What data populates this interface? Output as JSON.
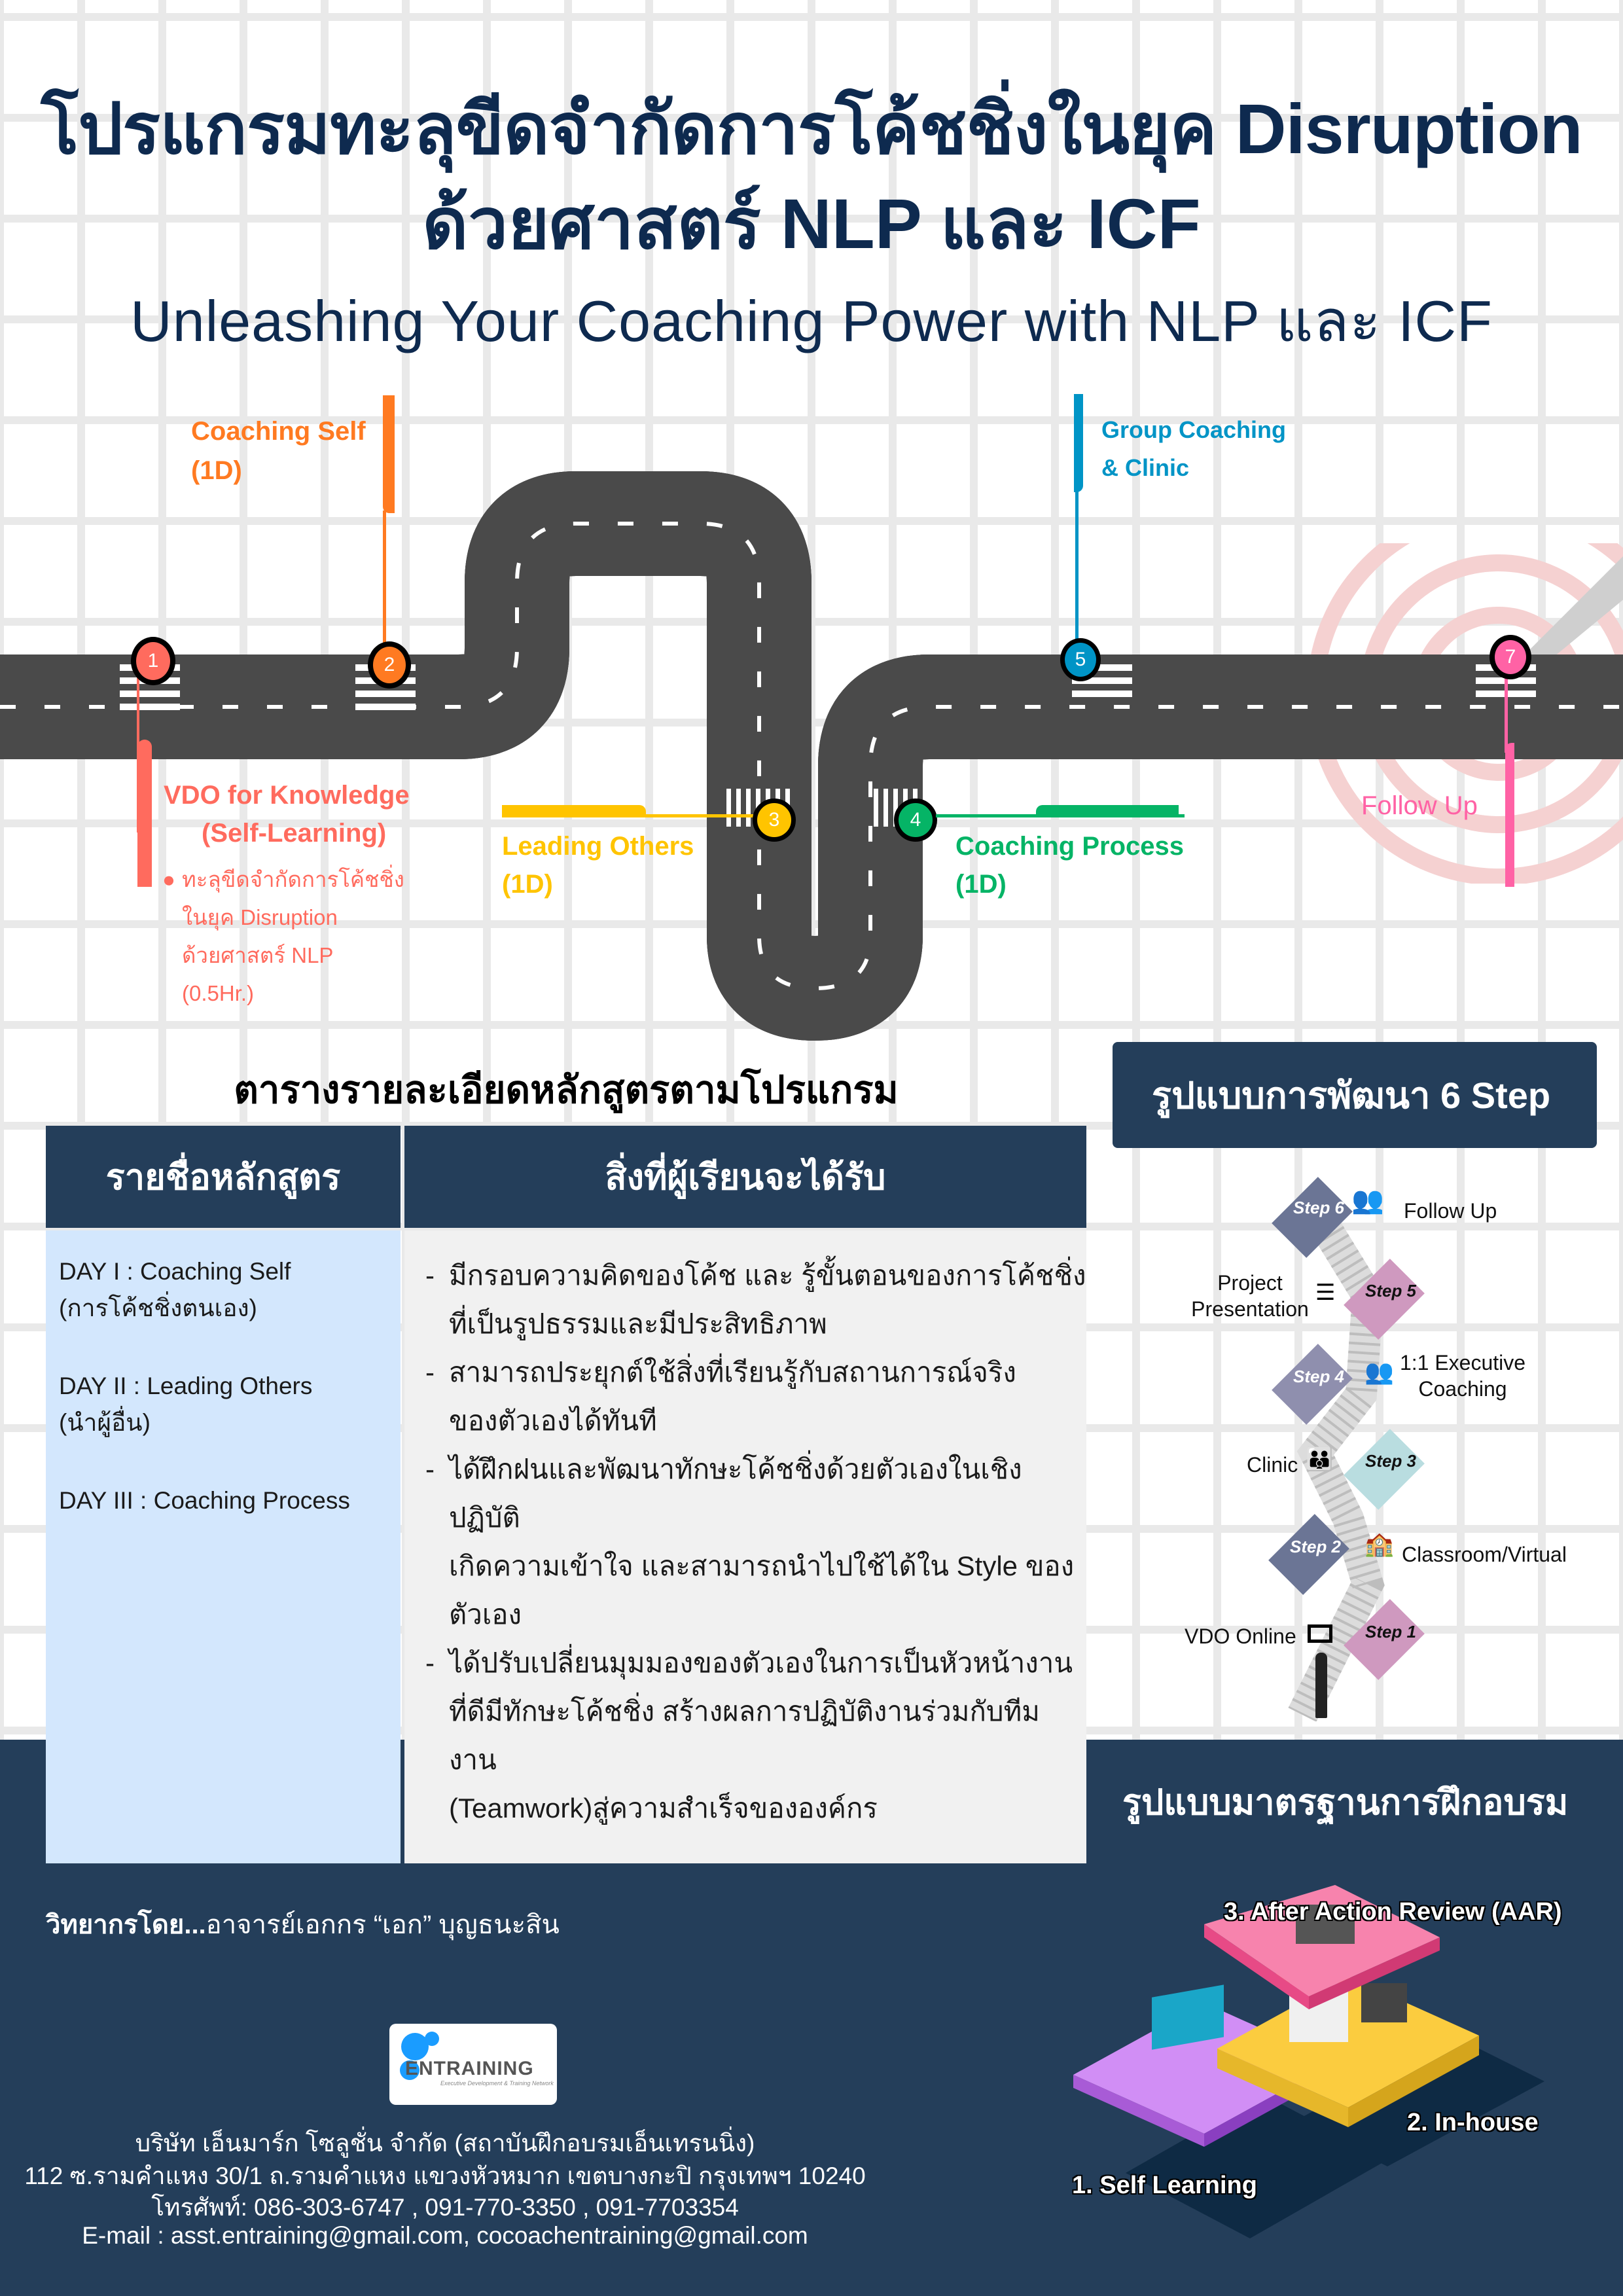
{
  "header": {
    "title_line1": "โปรแกรมทะลุขีดจำกัดการโค้ชชิ่งในยุค Disruption",
    "title_line2": "ด้วยศาสตร์ NLP และ ICF",
    "subtitle": "Unleashing Your Coaching Power with NLP และ ICF"
  },
  "roadmap": {
    "milestones": [
      {
        "number": "1",
        "title": "VDO for Knowledge",
        "subtitle": "(Self-Learning)",
        "color": "#ff6b5e",
        "bullet_lines": [
          "ทะลุขีดจำกัดการโค้ชชิ่ง",
          "ในยุค Disruption",
          "ด้วยศาสตร์ NLP",
          "(0.5Hr.)"
        ]
      },
      {
        "number": "2",
        "title": "Coaching Self",
        "subtitle": "(1D)",
        "color": "#ff7a21"
      },
      {
        "number": "3",
        "title": "Leading Others",
        "subtitle": "(1D)",
        "color": "#ffc400"
      },
      {
        "number": "4",
        "title": "Coaching Process",
        "subtitle": "(1D)",
        "color": "#05b466"
      },
      {
        "number": "5",
        "title": "Group Coaching",
        "subtitle": "& Clinic",
        "color": "#0094c6"
      },
      {
        "number": "7",
        "title": "Follow Up",
        "subtitle": "",
        "color": "#ff62a5"
      }
    ]
  },
  "course_table": {
    "heading": "ตารางรายละเอียดหลักสูตรตามโปรแกรม",
    "col1_header": "รายชื่อหลักสูตร",
    "col2_header": "สิ่งที่ผู้เรียนจะได้รับ",
    "days": [
      {
        "line1": "DAY I : Coaching Self",
        "line2": "(การโค้ชชิ่งตนเอง)"
      },
      {
        "line1": "DAY II : Leading Others",
        "line2": "(นำผู้อื่น)"
      },
      {
        "line1": "DAY III : Coaching Process",
        "line2": ""
      }
    ],
    "benefits": [
      {
        "line1": "มีกรอบความคิดของโค้ช และ รู้ขั้นตอนของการโค้ชชิ่ง",
        "line2": "ที่เป็นรูปธรรมและมีประสิทธิภาพ",
        "line3": ""
      },
      {
        "line1": "สามารถประยุกต์ใช้สิ่งที่เรียนรู้กับสถานการณ์จริง",
        "line2": "ของตัวเองได้ทันที",
        "line3": ""
      },
      {
        "line1": "ได้ฝึกฝนและพัฒนาทักษะโค้ชชิ่งด้วยตัวเองในเชิงปฏิบัติ",
        "line2": "เกิดความเข้าใจ และสามารถนำไปใช้ได้ใน Style ของตัวเอง",
        "line3": ""
      },
      {
        "line1": "ได้ปรับเปลี่ยนมุมมองของตัวเองในการเป็นหัวหน้างาน",
        "line2": "ที่ดีมีทักษะโค้ชชิ่ง สร้างผลการปฏิบัติงานร่วมกับทีมงาน",
        "line3": "(Teamwork)สู่ความสำเร็จขององค์กร"
      }
    ],
    "dash": "-"
  },
  "six_step": {
    "heading": "รูปแบบการพัฒนา 6 Step",
    "steps": [
      {
        "label": "Step 6",
        "text": "Follow Up",
        "icon": "meeting-icon",
        "color": "#6b7595"
      },
      {
        "label": "Step 5",
        "text": "Project Presentation",
        "text_line1": "Project",
        "text_line2": "Presentation",
        "icon": "checklist-icon",
        "color": "#cf99bf"
      },
      {
        "label": "Step 4",
        "text_line1": "1:1 Executive",
        "text_line2": "Coaching",
        "icon": "two-people-icon",
        "color": "#8f8fae"
      },
      {
        "label": "Step 3",
        "text": "Clinic",
        "icon": "group-icon",
        "color": "#b9dde0"
      },
      {
        "label": "Step 2",
        "text": "Classroom/Virtual",
        "icon": "school-icon",
        "color": "#6b7595"
      },
      {
        "label": "Step 1",
        "text": "VDO Online",
        "icon": "monitor-icon",
        "color": "#cf99bf"
      }
    ]
  },
  "training_standard": {
    "heading": "รูปแบบมาตรฐานการฝึกอบรม",
    "levels": [
      {
        "label": "1. Self Learning",
        "color": "#d18ef5"
      },
      {
        "label": "2. In-house",
        "color": "#fbcc3f"
      },
      {
        "label": "3. After Action Review (AAR)",
        "color": "#f783ad"
      }
    ]
  },
  "instructor": {
    "prefix": "วิทยากรโดย...",
    "name": "อาจารย์เอกกร “เอก” บุญธนะสิน"
  },
  "logo": {
    "brand": "ENTRAINING",
    "tagline": "Executive Development & Training Network"
  },
  "contact": {
    "company": "บริษัท เอ็นมาร์ก โซลูชั่น จำกัด (สถาบันฝึกอบรมเอ็นเทรนนิ่ง)",
    "address": "112 ซ.รามคำแหง 30/1 ถ.รามคำแหง แขวงหัวหมาก เขตบางกะปิ กรุงเทพฯ 10240",
    "phone": "โทรศัพท์: 086-303-6747 , 091-770-3350 , 091-7703354",
    "email": "E-mail : asst.entraining@gmail.com, cocoachentraining@gmail.com"
  }
}
